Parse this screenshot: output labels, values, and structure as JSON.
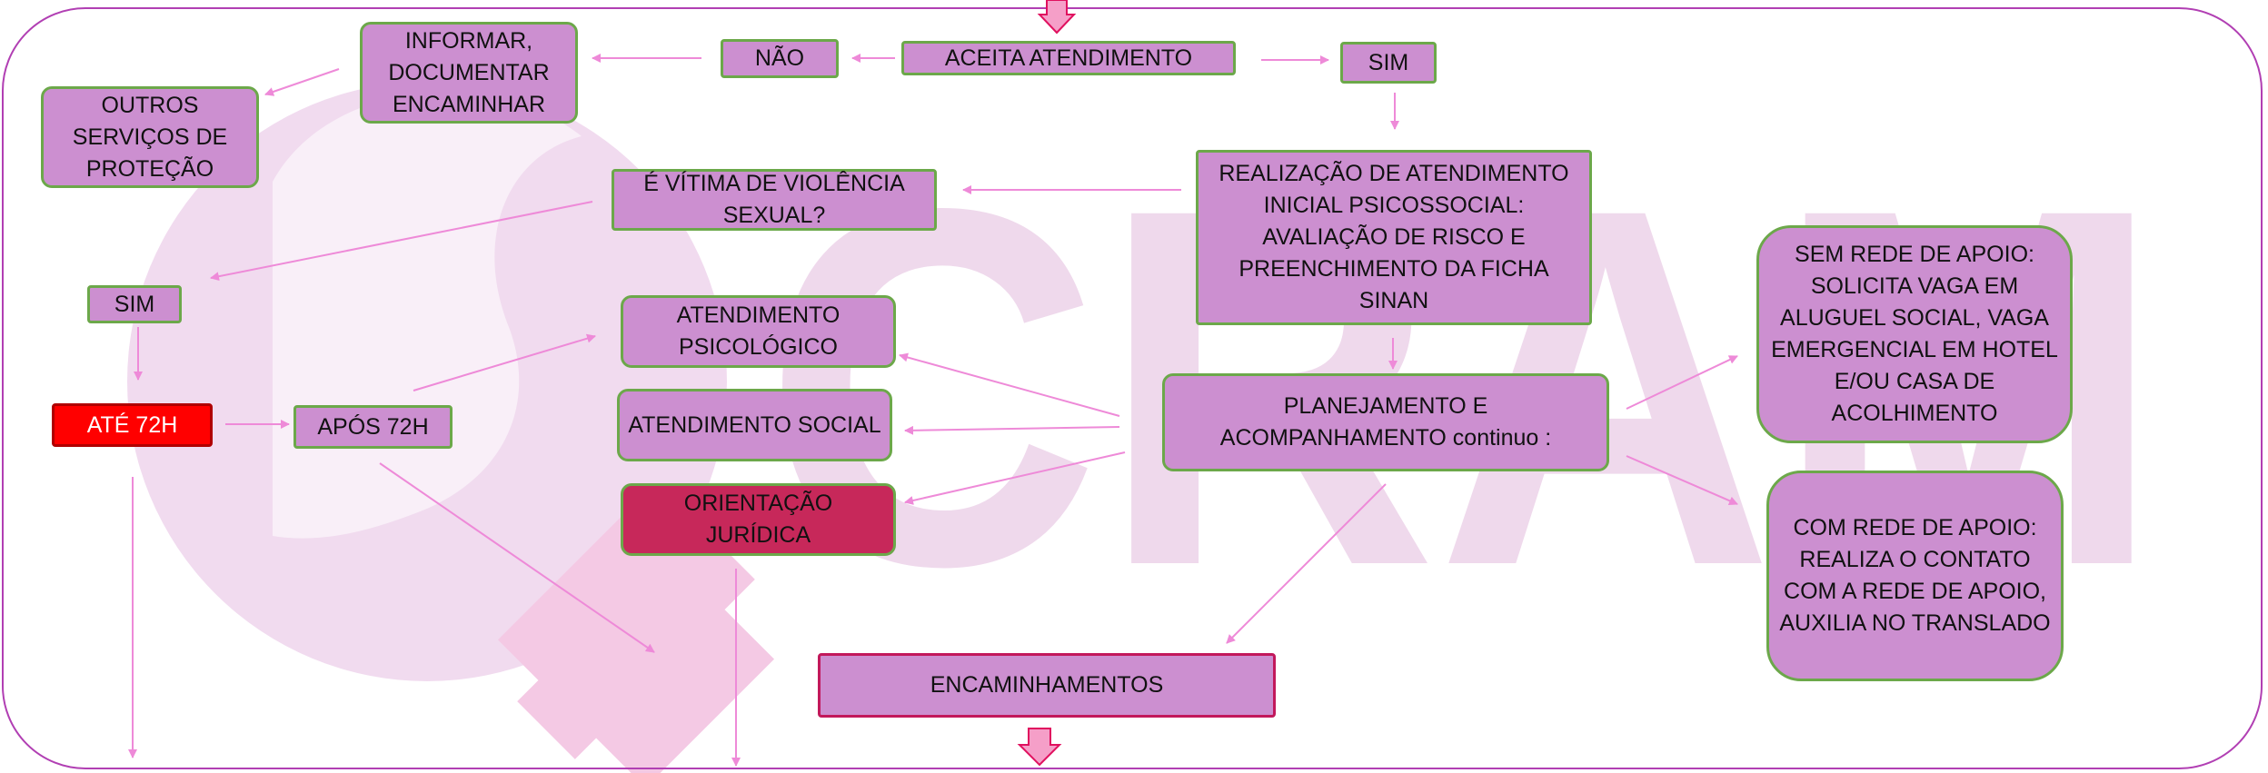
{
  "colors": {
    "box_fill": "#cc8fd0",
    "box_border": "#6ca84a",
    "arrow": "#ee8ad8",
    "frame": "#b13fb3",
    "urgent": "#ff0000",
    "legal": "#c7285a",
    "watermark": "#efd6ec"
  },
  "watermark": {
    "text": "CRAM",
    "icon": "female-symbol-icon"
  },
  "nodes": {
    "aceita": "ACEITA ATENDIMENTO",
    "nao": "NÃO",
    "sim_top": "SIM",
    "informar": "INFORMAR, DOCUMENTAR ENCAMINHAR",
    "outros": "OUTROS SERVIÇOS DE PROTEÇÃO",
    "vitima": "É VÍTIMA DE VIOLÊNCIA SEXUAL?",
    "realizacao": "REALIZAÇÃO DE ATENDIMENTO INICIAL PSICOSSOCIAL: AVALIAÇÃO DE RISCO E PREENCHIMENTO DA FICHA SINAN",
    "sim_left": "SIM",
    "ate72": "ATÉ 72H",
    "apos72": "APÓS 72H",
    "psicologico": "ATENDIMENTO PSICOLÓGICO",
    "social": "ATENDIMENTO SOCIAL",
    "juridica": "ORIENTAÇÃO JURÍDICA",
    "planejamento": "PLANEJAMENTO E ACOMPANHAMENTO continuo :",
    "sem_rede": "SEM REDE DE APOIO: SOLICITA VAGA EM ALUGUEL SOCIAL, VAGA EMERGENCIAL EM HOTEL E/OU CASA DE ACOLHIMENTO",
    "com_rede": "COM REDE DE APOIO: REALIZA O CONTATO COM A REDE DE APOIO, AUXILIA NO TRANSLADO",
    "encaminhamentos": "ENCAMINHAMENTOS"
  }
}
